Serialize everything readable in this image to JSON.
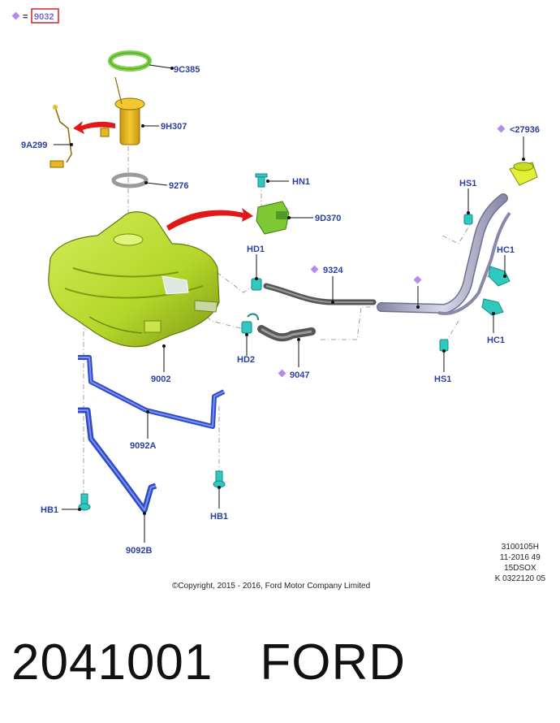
{
  "legend": {
    "symbol_color": "#b38cf0",
    "equals": "=",
    "code": "9032",
    "box_color": "#d22020"
  },
  "callouts": {
    "c9C385": "9C385",
    "c9H307": "9H307",
    "c9A299": "9A299",
    "c9276": "9276",
    "cHN1": "HN1",
    "c9D370": "9D370",
    "c27936": "<27936",
    "cHS1_top": "HS1",
    "cHC1_top": "HC1",
    "cHD1": "HD1",
    "c9324": "9324",
    "cHC1_bottom": "HC1",
    "cHD2": "HD2",
    "c9047": "9047",
    "cHS1_bottom": "HS1",
    "c9002": "9002",
    "c9092A": "9092A",
    "c9092B": "9092B",
    "cHB1_left": "HB1",
    "cHB1_right": "HB1"
  },
  "meta_lines": [
    "3100105H",
    "11-2016 49",
    "15DSOX",
    "K 0322120 05"
  ],
  "copyright": "©Copyright, 2015 - 2016, Ford Motor Company Limited",
  "bottom": {
    "part_number": "2041001",
    "brand": "FORD"
  },
  "colors": {
    "tank": "#b4d62a",
    "tank_dark": "#6f8a10",
    "fuel_pump": "#e8b820",
    "ring": "#7fd04a",
    "clip": "#2fc9c0",
    "bracket": "#3a56d0",
    "filler": "#a0a0c0",
    "hose": "#666666",
    "callout_text": "#2b3f9e",
    "arrow": "#e01818"
  }
}
